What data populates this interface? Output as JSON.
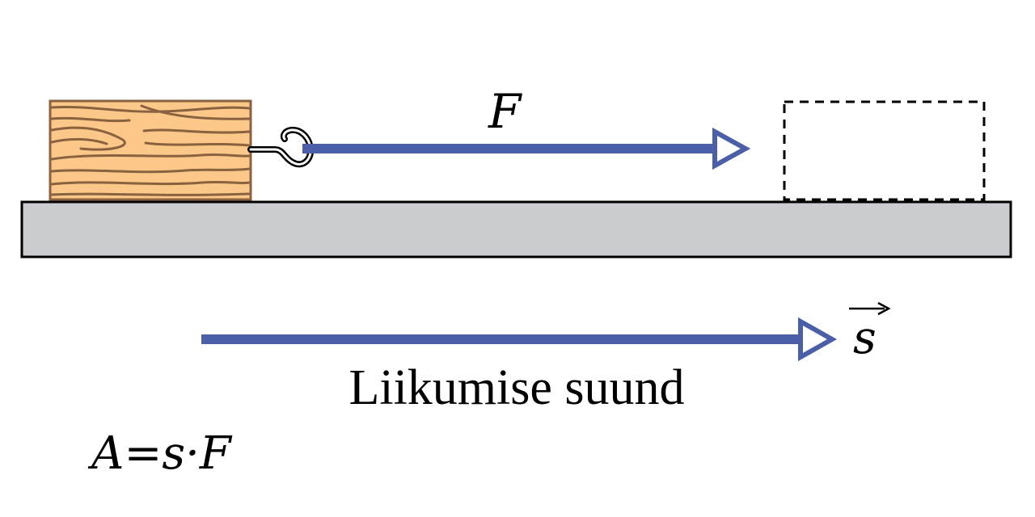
{
  "labels": {
    "force": "F",
    "displacement": "s",
    "direction": "Liikumise suund",
    "formula": "A=s·F"
  },
  "colors": {
    "vector": "#4a5fa8",
    "wood_fill": "#fcc88a",
    "wood_grain": "#8a6240",
    "surface_fill": "#cbcccf",
    "stroke": "#000000",
    "background": "#ffffff"
  }
}
